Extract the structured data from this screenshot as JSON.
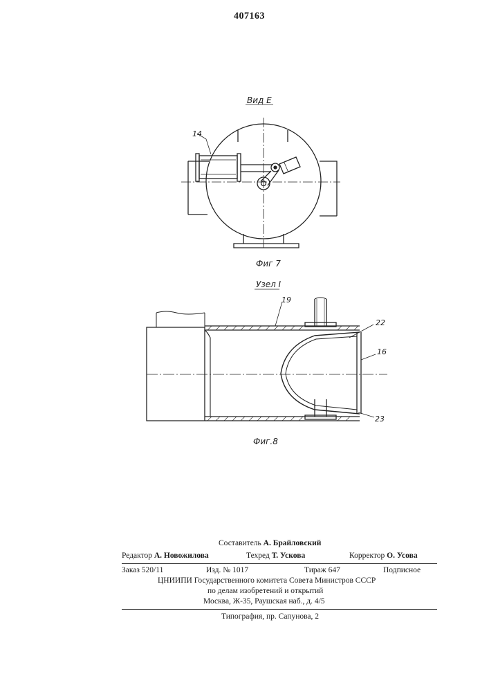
{
  "patent_number": "407163",
  "fig7": {
    "view_title": "Вид Е",
    "caption": "Фиг 7",
    "callouts": [
      "14"
    ]
  },
  "fig8": {
    "node_title": "Узел I",
    "caption": "Фиг.8",
    "callouts": [
      "19",
      "22",
      "16",
      "23"
    ]
  },
  "imprint": {
    "compiler_label": "Составитель",
    "compiler_name": "А. Брайловский",
    "editor_label": "Редактор",
    "editor_name": "А. Новожилова",
    "techred_label": "Техред",
    "techred_name": "Т. Ускова",
    "corrector_label": "Корректор",
    "corrector_name": "О. Усова",
    "order": "Заказ 520/11",
    "edition": "Изд. № 1017",
    "circulation": "Тираж 647",
    "subscription": "Подписное",
    "org_line1": "ЦНИИПИ Государственного комитета Совета Министров СССР",
    "org_line2": "по делам изобретений и открытий",
    "org_line3": "Москва, Ж-35, Раушская наб., д. 4/5",
    "printer": "Типография, пр. Сапунова, 2"
  }
}
